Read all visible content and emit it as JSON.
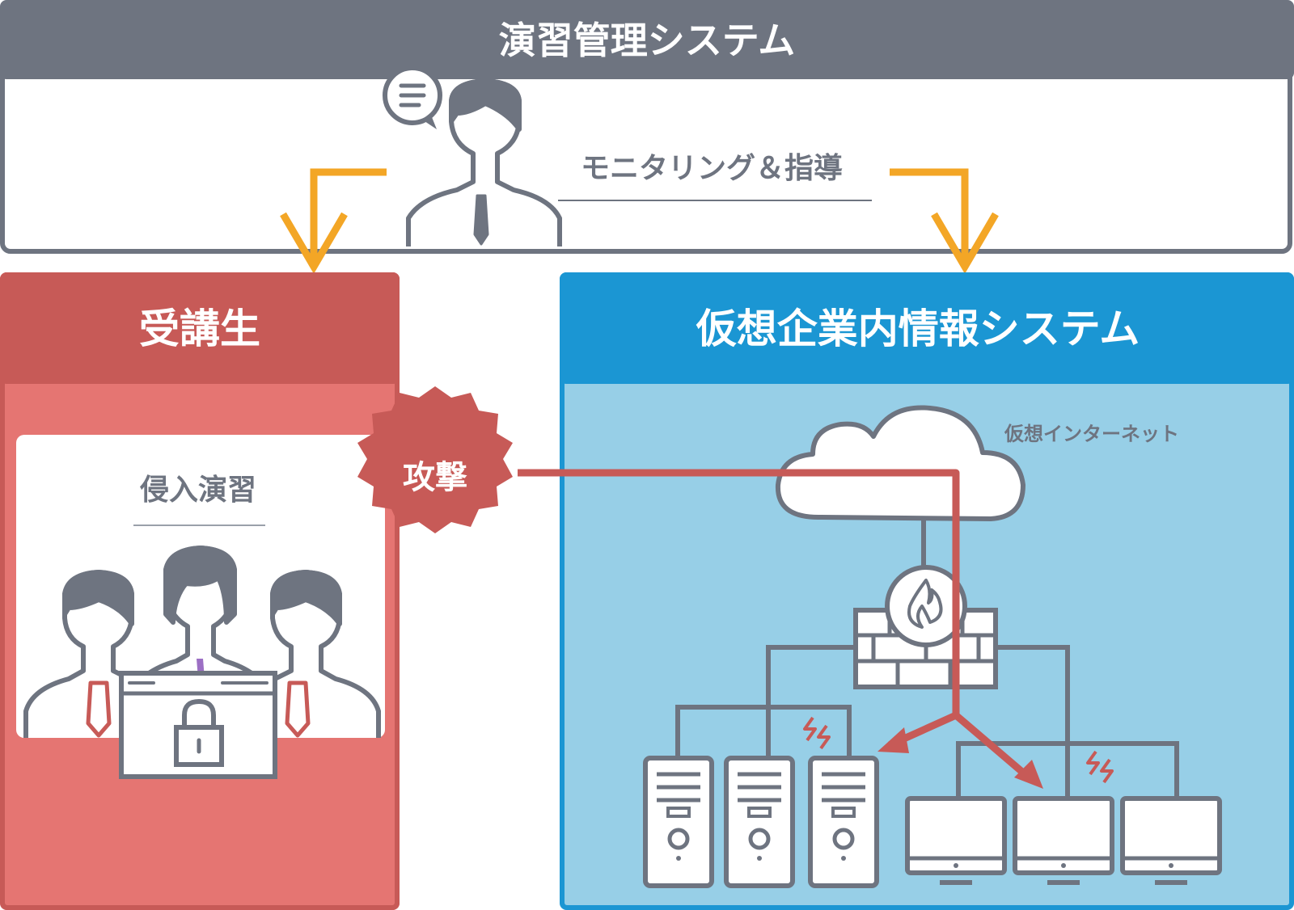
{
  "header": {
    "title": "演習管理システム",
    "monitoring_label": "モニタリング＆指導"
  },
  "trainee_panel": {
    "title": "受講生",
    "exercise_label": "侵入演習"
  },
  "attack_badge": {
    "label": "攻撃"
  },
  "corporate_panel": {
    "title": "仮想企業内情報システム",
    "internet_label": "仮想インターネット"
  },
  "colors": {
    "header_gray": "#6e7480",
    "icon_gray": "#6e7480",
    "trainee_dark_red": "#c75a57",
    "trainee_light_red": "#e57572",
    "corporate_blue": "#1b96d3",
    "corporate_light_blue": "#97cfe7",
    "arrow_orange": "#f3a626",
    "attack_red": "#c75a57",
    "background": "#ffffff"
  }
}
